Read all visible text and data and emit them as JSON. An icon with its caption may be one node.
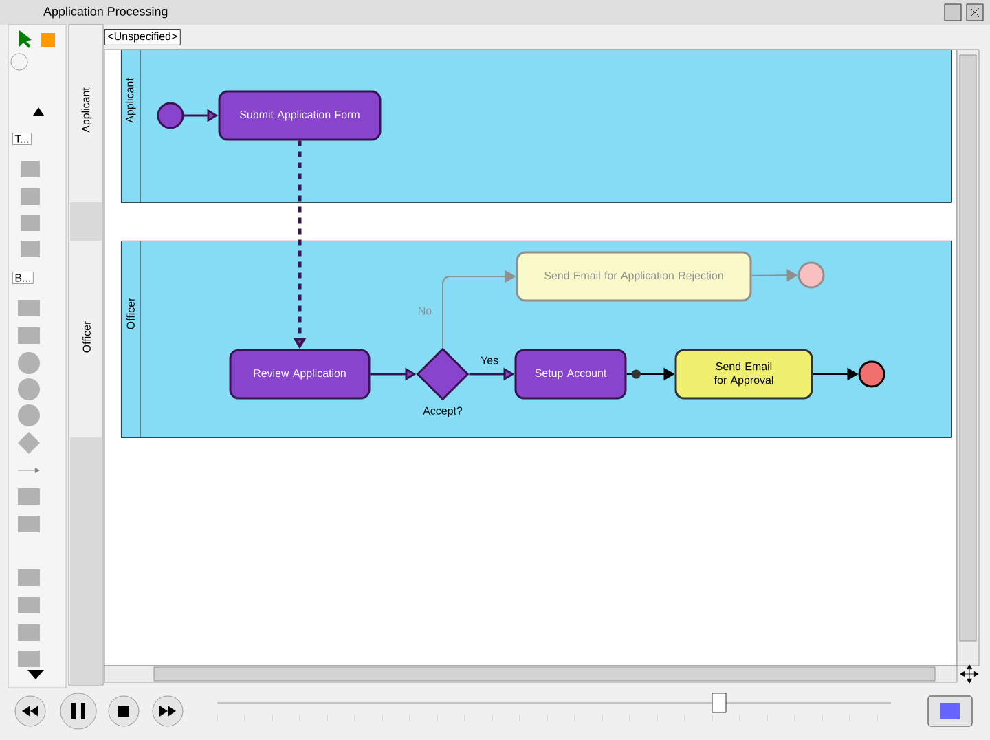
{
  "diagram": {
    "title": "Application Processing",
    "nodes": [
      {
        "text": [
          "Applicant"
        ]
      },
      {
        "text": [],
        "shape": "circle",
        "in": 0
      },
      {
        "text": [
          "Submit Application Form"
        ],
        "in": 0
      },
      {
        "text": [
          "Officer"
        ]
      },
      {
        "text": [
          "Review Application"
        ],
        "in": 3
      },
      {
        "text": [],
        "shape": "diamond",
        "beside": [
          "Accept?"
        ],
        "in": 3
      },
      {
        "text": [
          "Send Email for Application Rejection"
        ],
        "in": 3
      },
      {
        "text": [],
        "shape": "circle",
        "in": 3
      },
      {
        "text": [
          "Setup Account"
        ],
        "in": 3
      },
      {
        "text": [
          "Send Email for Approval"
        ],
        "in": 3
      },
      {
        "text": [],
        "shape": "circle",
        "in": 3
      }
    ],
    "edges": [
      {
        "from": 1,
        "to": 2,
        "arrow": "to"
      },
      {
        "from": 2,
        "to": 4,
        "arrow": "to",
        "style": "dashed"
      },
      {
        "from": 4,
        "to": 5,
        "arrow": "to"
      },
      {
        "from": 5,
        "to": 6,
        "arrow": "to",
        "label": "No",
        "color": "#909090"
      },
      {
        "from": 6,
        "to": 7,
        "arrow": "to",
        "color": "#909090"
      },
      {
        "from": 5,
        "to": 8,
        "arrow": "to",
        "label": "Yes"
      },
      {
        "from": 8,
        "to": 9,
        "arrow": "to",
        "color": "#000000"
      },
      {
        "from": 9,
        "to": 10,
        "arrow": "to",
        "color": "#000000"
      }
    ],
    "labels": [
      "<Unspecified>",
      "T...",
      "Applicant",
      "B...",
      "Officer"
    ]
  }
}
